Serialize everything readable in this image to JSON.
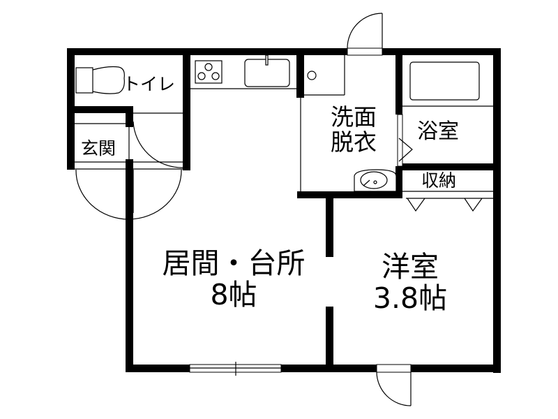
{
  "floor_plan": {
    "colors": {
      "wall": "#000000",
      "background": "#ffffff",
      "line": "#000000"
    },
    "rooms": [
      {
        "id": "toilet",
        "label": "トイレ"
      },
      {
        "id": "entrance",
        "label": "玄関"
      },
      {
        "id": "washroom",
        "label_line1": "洗面",
        "label_line2": "脱衣"
      },
      {
        "id": "bathroom",
        "label": "浴室"
      },
      {
        "id": "storage",
        "label": "収納"
      },
      {
        "id": "living_kitchen",
        "label_line1": "居間・台所",
        "label_line2": "8帖",
        "size_jo": 8
      },
      {
        "id": "western_room",
        "label_line1": "洋室",
        "label_line2": "3.8帖",
        "size_jo": 3.8
      }
    ],
    "fixtures": [
      {
        "id": "toilet-bowl",
        "icon": "toilet-icon",
        "room": "toilet"
      },
      {
        "id": "stove",
        "icon": "three-burner-stove-icon",
        "room": "living_kitchen"
      },
      {
        "id": "kitchen-sink",
        "icon": "sink-icon",
        "room": "living_kitchen"
      },
      {
        "id": "washing-machine",
        "icon": "washing-machine-pan-icon",
        "room": "washroom"
      },
      {
        "id": "wash-basin",
        "icon": "wash-basin-icon",
        "room": "washroom"
      },
      {
        "id": "bathtub",
        "icon": "bathtub-icon",
        "room": "bathroom"
      },
      {
        "id": "storage-doors",
        "icon": "folding-door-icon",
        "room": "storage"
      }
    ],
    "doors": [
      {
        "id": "entrance-door",
        "type": "double-swing"
      },
      {
        "id": "entrance-inner-door",
        "type": "swing"
      },
      {
        "id": "washroom-exterior-door",
        "type": "swing"
      },
      {
        "id": "bathroom-folding-door",
        "type": "folding"
      },
      {
        "id": "western-room-exterior-door",
        "type": "swing"
      }
    ],
    "windows": [
      {
        "id": "living-window",
        "type": "sliding"
      }
    ]
  }
}
